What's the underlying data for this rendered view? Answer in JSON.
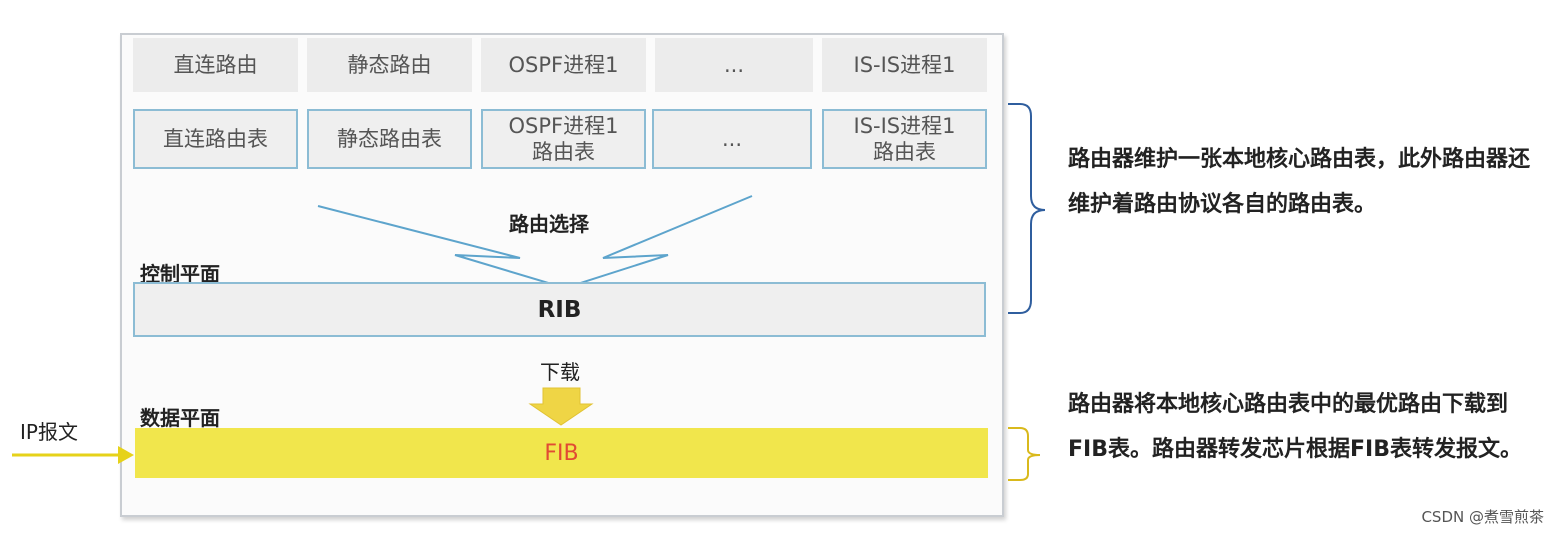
{
  "protocols": [
    "直连路由",
    "静态路由",
    "OSPF进程1",
    "...",
    "IS-IS进程1"
  ],
  "tables": [
    "直连路由表",
    "静态路由表",
    "OSPF进程1\n路由表",
    "...",
    "IS-IS进程1\n路由表"
  ],
  "route_selection": "路由选择",
  "control_plane": "控制平面",
  "rib": "RIB",
  "download": "下载",
  "data_plane": "数据平面",
  "fib": "FIB",
  "ip_packet": "IP报文",
  "note_top": "路由器维护一张本地核心路由表，此外路由器还维护着路由协议各自的路由表。",
  "note_bottom": "路由器将本地核心路由表中的最优路由下载到FIB表。路由器转发芯片根据FIB表转发报文。",
  "watermark": "CSDN @煮雪煎茶",
  "colors": {
    "fib_fill": "#f1e64c",
    "fib_text": "#e14b33",
    "arrow_blue": "#5da4cc",
    "bracket_blue": "#2f5e9e",
    "bracket_yellow": "#d9b91c"
  }
}
